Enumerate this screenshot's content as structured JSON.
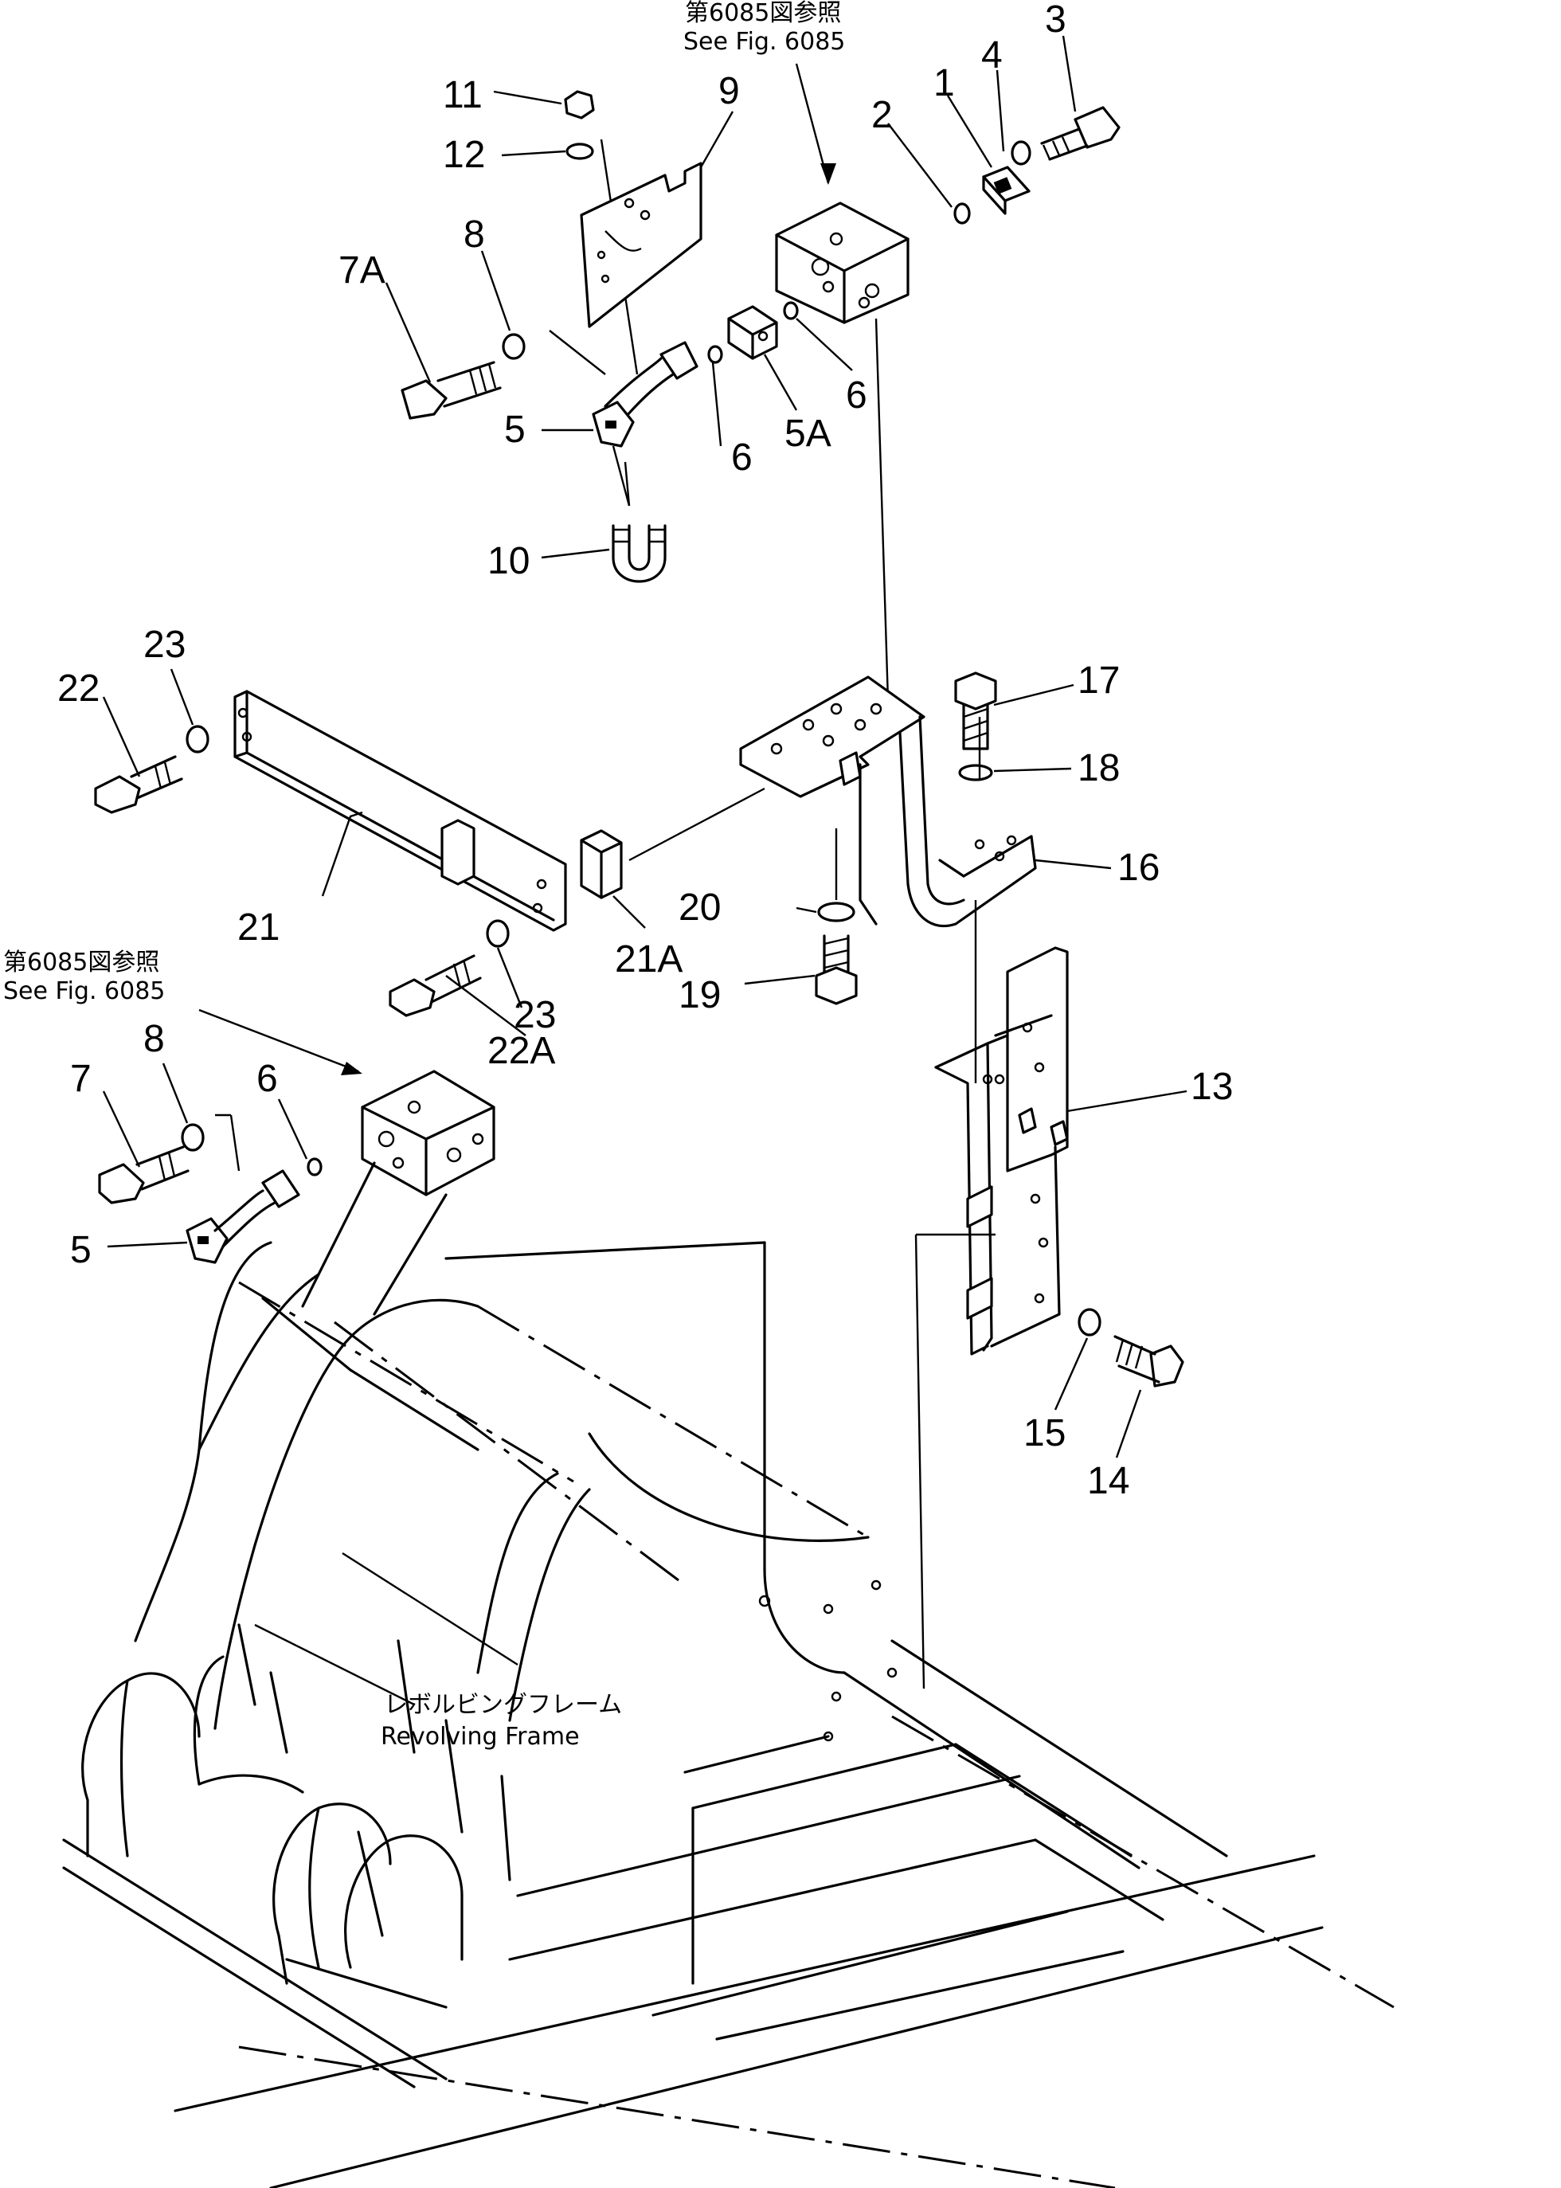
{
  "references": {
    "top": {
      "line1": "第6085図参照",
      "line2": "See Fig. 6085"
    },
    "left": {
      "line1": "第6085図参照",
      "line2": "See Fig. 6085"
    }
  },
  "frame_label": {
    "line1": "レボルビングフレーム",
    "line2": "Revolving Frame"
  },
  "part_numbers": {
    "p1": "1",
    "p2": "2",
    "p3": "3",
    "p4": "4",
    "p5_top": "5",
    "p5_left": "5",
    "p5A": "5A",
    "p6_a": "6",
    "p6_b": "6",
    "p6_left": "6",
    "p7": "7",
    "p7A": "7A",
    "p8_top": "8",
    "p8_left": "8",
    "p9": "9",
    "p10": "10",
    "p11": "11",
    "p12": "12",
    "p13": "13",
    "p14": "14",
    "p15": "15",
    "p16": "16",
    "p17": "17",
    "p18": "18",
    "p19": "19",
    "p20": "20",
    "p21": "21",
    "p21A": "21A",
    "p22": "22",
    "p22A": "22A",
    "p23_a": "23",
    "p23_b": "23"
  }
}
